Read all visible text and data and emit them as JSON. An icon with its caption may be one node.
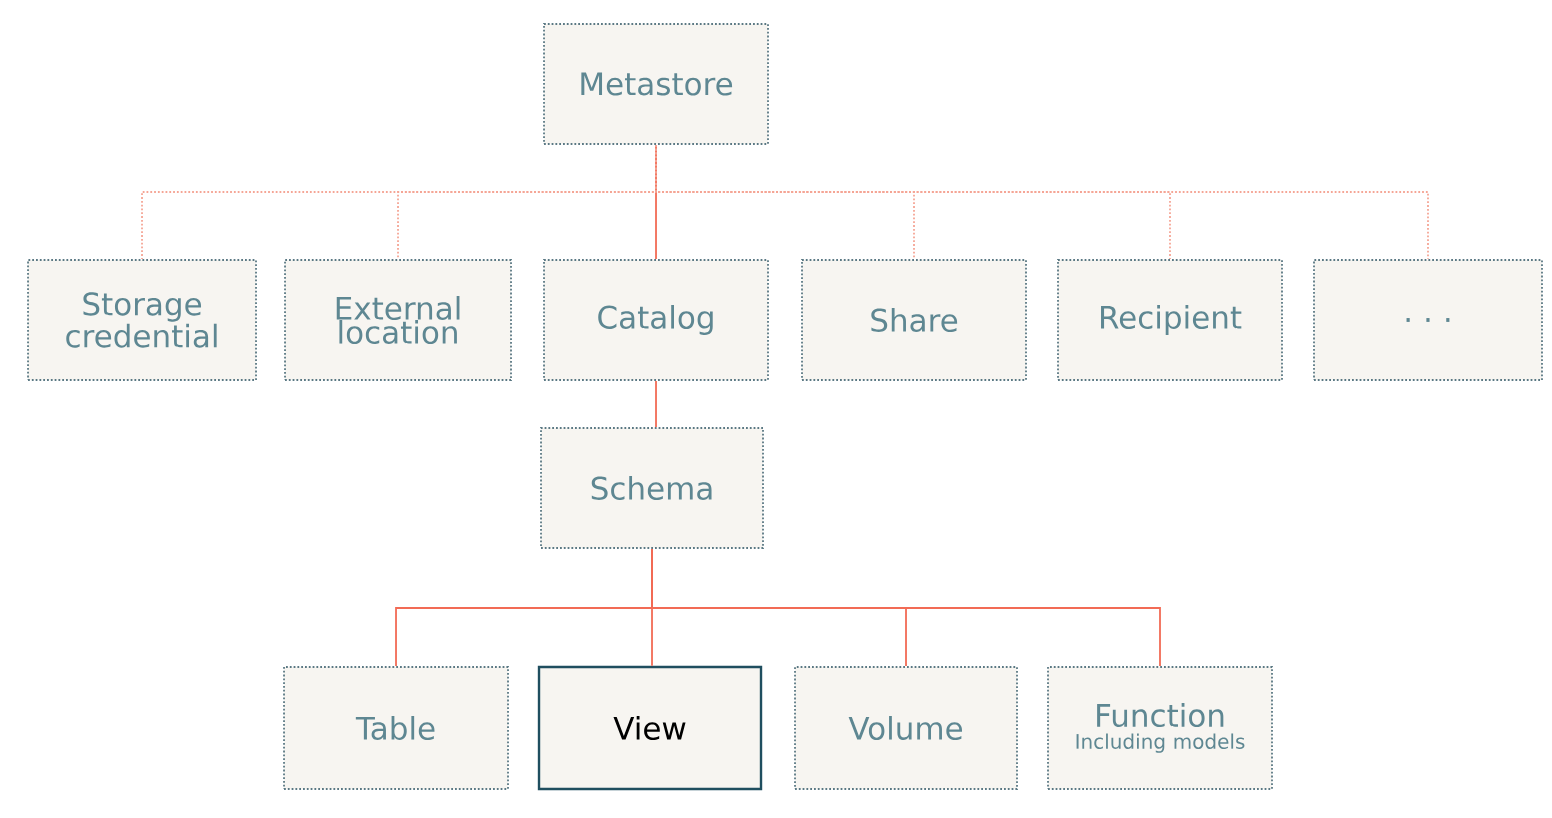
{
  "diagram": {
    "nodes": [
      {
        "text": [
          "Metastore"
        ]
      },
      {
        "text": [
          "Storage credential"
        ]
      },
      {
        "text": [
          "External location"
        ]
      },
      {
        "text": [
          "Catalog"
        ]
      },
      {
        "text": [
          "Share"
        ]
      },
      {
        "text": [
          "Recipient"
        ]
      },
      {
        "text": [
          ". . ."
        ]
      },
      {
        "text": [
          "Schema"
        ]
      },
      {
        "text": [
          "Table"
        ]
      },
      {
        "text": [
          "View"
        ]
      },
      {
        "text": [
          "Volume"
        ]
      },
      {
        "text": [
          "Function",
          "Including models"
        ]
      }
    ],
    "edges": [
      {
        "from": 0,
        "to": 1,
        "arrow": "none",
        "style": "dashed",
        "color": "#f5a595"
      },
      {
        "from": 0,
        "to": 2,
        "arrow": "none",
        "style": "dashed",
        "color": "#f5a595"
      },
      {
        "from": 0,
        "to": 3,
        "arrow": "none"
      },
      {
        "from": 0,
        "to": 4,
        "arrow": "none",
        "style": "dashed",
        "color": "#f5a595"
      },
      {
        "from": 0,
        "to": 5,
        "arrow": "none",
        "style": "dashed",
        "color": "#f5a595"
      },
      {
        "from": 0,
        "to": 6,
        "arrow": "none",
        "style": "dashed",
        "color": "#f5a595"
      },
      {
        "from": 3,
        "to": 7,
        "arrow": "none"
      },
      {
        "from": 7,
        "to": 8,
        "arrow": "none"
      },
      {
        "from": 7,
        "to": 9,
        "arrow": "none"
      },
      {
        "from": 7,
        "to": 10,
        "arrow": "none"
      },
      {
        "from": 7,
        "to": 11,
        "arrow": "none"
      }
    ]
  }
}
